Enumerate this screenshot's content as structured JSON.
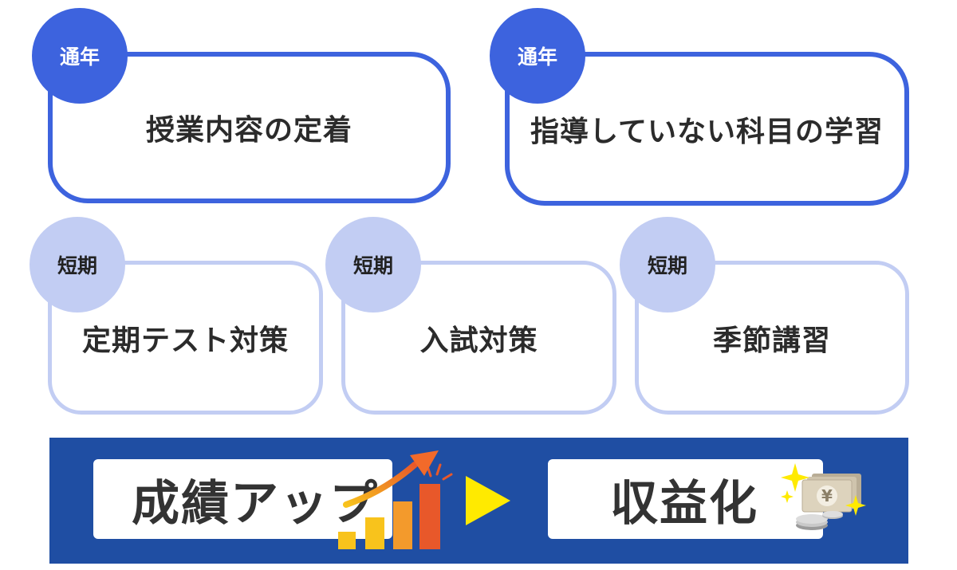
{
  "top_row": [
    {
      "badge": "通年",
      "title": "授業内容の定着"
    },
    {
      "badge": "通年",
      "title": "指導していない科目の学習"
    }
  ],
  "middle_row": [
    {
      "badge": "短期",
      "title": "定期テスト対策"
    },
    {
      "badge": "短期",
      "title": "入試対策"
    },
    {
      "badge": "短期",
      "title": "季節講習"
    }
  ],
  "banner": {
    "left_text": "成績アップ",
    "right_text": "収益化",
    "currency_symbol": "¥"
  },
  "colors": {
    "primary_blue": "#3d63de",
    "light_blue": "#c2cdf3",
    "banner_navy": "#1f4ea3",
    "arrow_yellow": "#ffea00",
    "bar_yellow": "#f8c31c",
    "bar_orange": "#f39a2c",
    "bar_red": "#e8582a"
  },
  "icons": [
    "trend-up-arrow-icon",
    "bar-chart-icon",
    "play-arrow-icon",
    "sparkle-icon",
    "yen-bills-icon",
    "coins-icon"
  ]
}
